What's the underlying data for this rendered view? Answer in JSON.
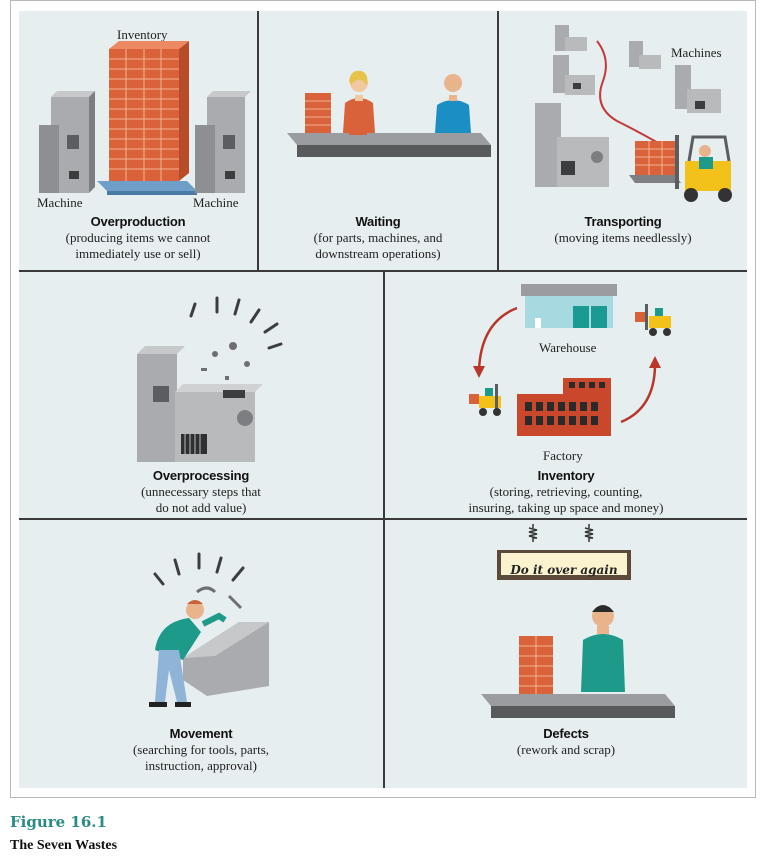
{
  "figure": {
    "number": "Figure 16.1",
    "caption": "The Seven Wastes"
  },
  "panels": {
    "overproduction": {
      "title": "Overproduction",
      "desc1": "(producing items we cannot",
      "desc2": "immediately use or sell)",
      "labels": {
        "inventory": "Inventory",
        "machine_left": "Machine",
        "machine_right": "Machine"
      }
    },
    "waiting": {
      "title": "Waiting",
      "desc1": "(for parts, machines, and",
      "desc2": "downstream operations)"
    },
    "transporting": {
      "title": "Transporting",
      "desc1": "(moving items needlessly)",
      "labels": {
        "machines": "Machines"
      }
    },
    "overprocessing": {
      "title": "Overprocessing",
      "desc1": "(unnecessary steps that",
      "desc2": "do not add value)"
    },
    "inventory": {
      "title": "Inventory",
      "desc1": "(storing, retrieving, counting,",
      "desc2": "insuring, taking up space and money)",
      "labels": {
        "warehouse": "Warehouse",
        "factory": "Factory"
      }
    },
    "movement": {
      "title": "Movement",
      "desc1": "(searching for tools, parts,",
      "desc2": "instruction, approval)"
    },
    "defects": {
      "title": "Defects",
      "desc1": "(rework and scrap)",
      "sign": "Do it over again"
    }
  },
  "colors": {
    "background": "#e6eef0",
    "brick": "#d9623a",
    "machine": "#a9abae",
    "teal_shirt": "#1e9a8a",
    "forklift": "#f2c21b",
    "caption_accent": "#2a8a86"
  }
}
